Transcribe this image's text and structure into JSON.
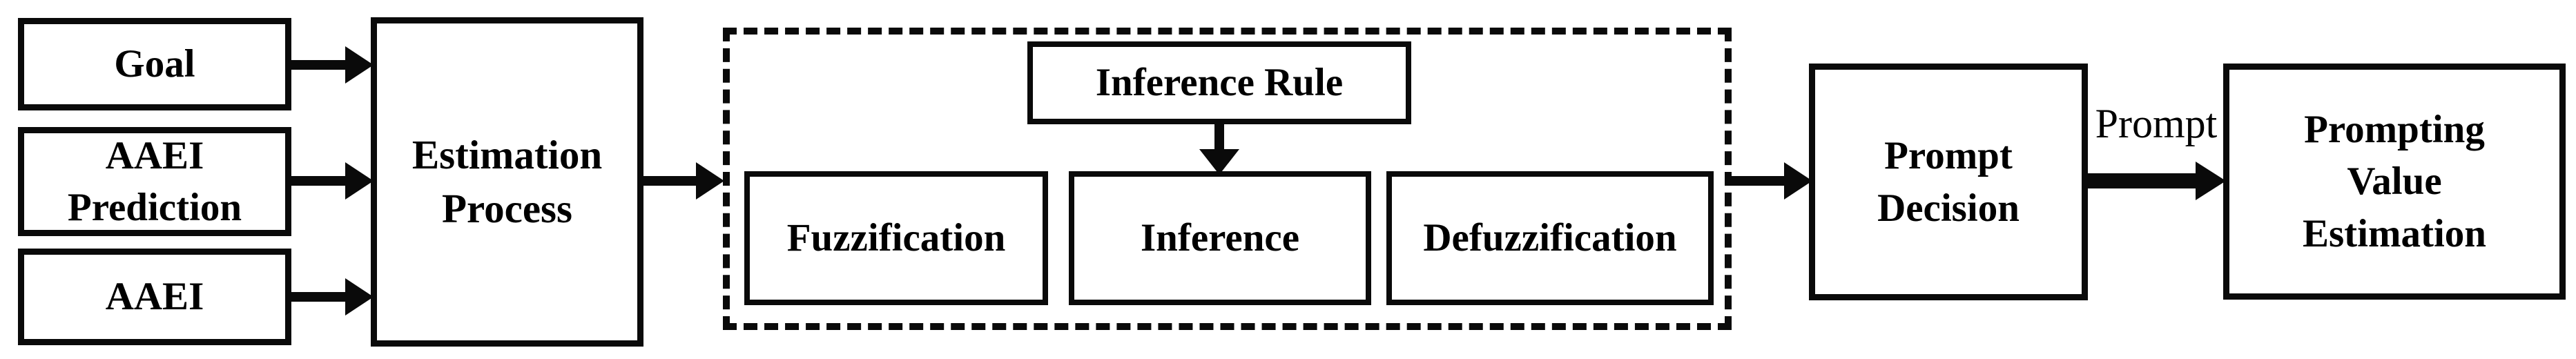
{
  "diagram": {
    "title": "prompting-value-estimation-flowchart",
    "colors": {
      "ink": "#0a0a0a",
      "background": "#ffffff"
    },
    "nodes": {
      "goal": {
        "label": "Goal"
      },
      "aaei_prediction": {
        "label": "AAEI\nPrediction"
      },
      "aaei": {
        "label": "AAEI"
      },
      "estimation_process": {
        "label": "Estimation\nProcess"
      },
      "inference_rule": {
        "label": "Inference Rule"
      },
      "fuzzification": {
        "label": "Fuzzification"
      },
      "inference": {
        "label": "Inference"
      },
      "defuzzification": {
        "label": "Defuzzification"
      },
      "prompt_decision": {
        "label": "Prompt\nDecision"
      },
      "prompting_value_estimation": {
        "label": "Prompting\nValue\nEstimation"
      }
    },
    "edge_labels": {
      "prompt": "Prompt"
    }
  }
}
